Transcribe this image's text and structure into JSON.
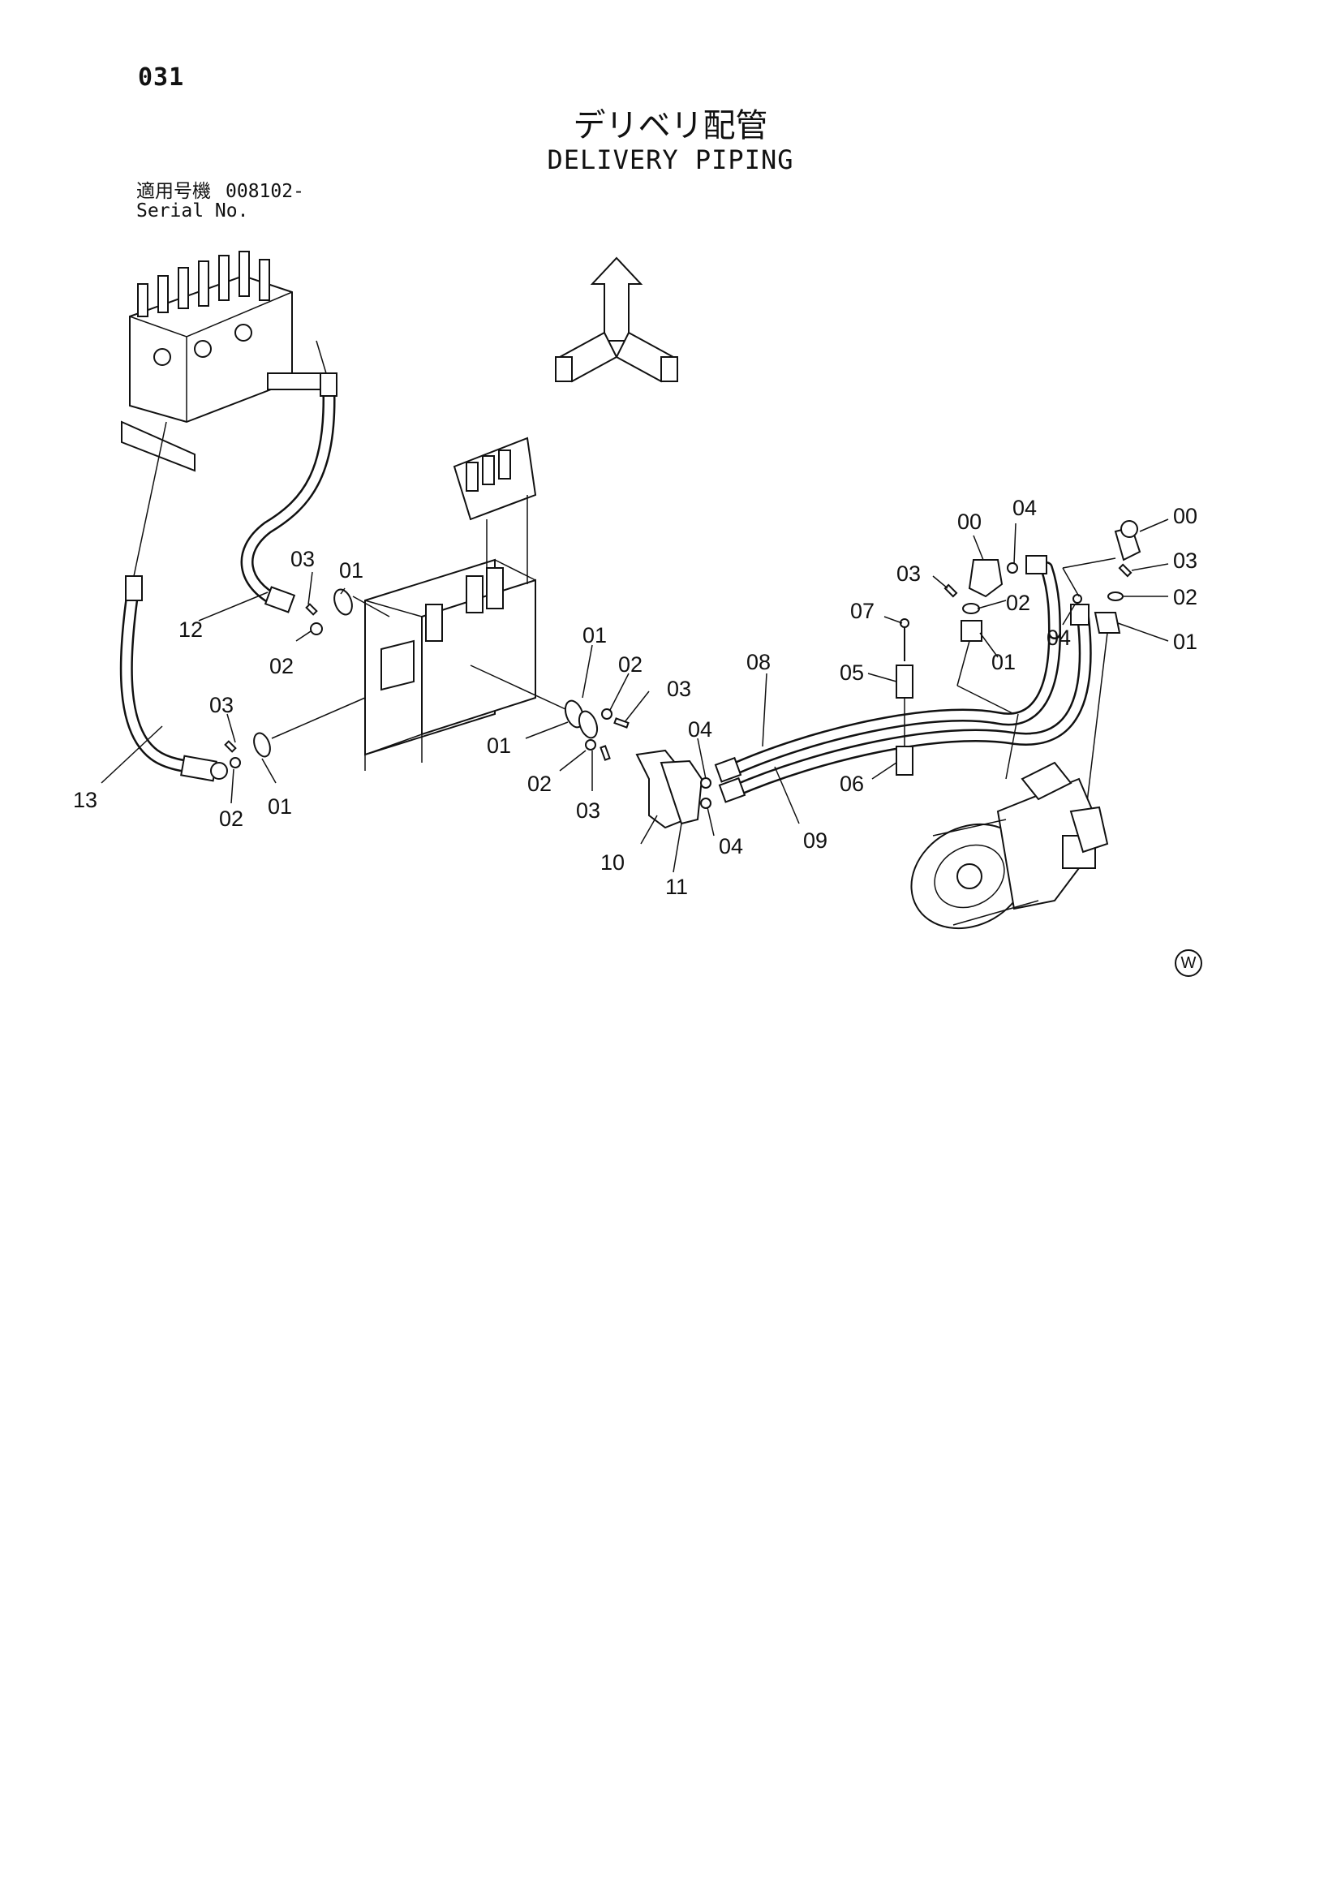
{
  "page": {
    "number": "031"
  },
  "title": {
    "japanese": "デリベリ配管",
    "english": "DELIVERY PIPING"
  },
  "serial": {
    "label_jp": "適用号機",
    "value": "008102-",
    "label_en": "Serial No."
  },
  "diagram": {
    "labels": [
      "12",
      "03",
      "01",
      "02",
      "13",
      "03",
      "02",
      "01",
      "01",
      "02",
      "03",
      "01",
      "02",
      "03",
      "04",
      "04",
      "10",
      "11",
      "08",
      "09",
      "07",
      "05",
      "06",
      "00",
      "04",
      "03",
      "02",
      "01",
      "00",
      "03",
      "02",
      "04",
      "01"
    ]
  },
  "corner_mark": "W"
}
